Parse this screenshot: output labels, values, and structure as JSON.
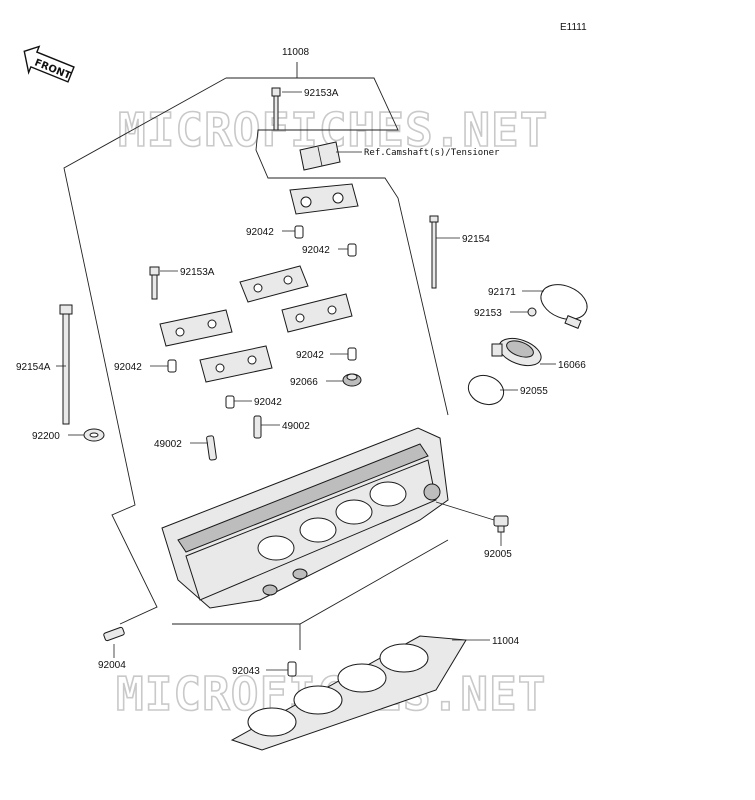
{
  "diagram_code": "E1111",
  "front_label": "FRONT",
  "watermark": "MICROFICHES.NET",
  "labels": [
    {
      "id": "11008",
      "text": "11008"
    },
    {
      "id": "92153A-top",
      "text": "92153A"
    },
    {
      "id": "ref-camshaft",
      "text": "Ref.Camshaft(s)/Tensioner"
    },
    {
      "id": "92042-a",
      "text": "92042"
    },
    {
      "id": "92042-b",
      "text": "92042"
    },
    {
      "id": "92154",
      "text": "92154"
    },
    {
      "id": "92153A-mid",
      "text": "92153A"
    },
    {
      "id": "92171",
      "text": "92171"
    },
    {
      "id": "92153",
      "text": "92153"
    },
    {
      "id": "92154A",
      "text": "92154A"
    },
    {
      "id": "92042-c",
      "text": "92042"
    },
    {
      "id": "16066",
      "text": "16066"
    },
    {
      "id": "92042-d",
      "text": "92042"
    },
    {
      "id": "92066",
      "text": "92066"
    },
    {
      "id": "92055",
      "text": "92055"
    },
    {
      "id": "92042-e",
      "text": "92042"
    },
    {
      "id": "92200",
      "text": "92200"
    },
    {
      "id": "49002-a",
      "text": "49002"
    },
    {
      "id": "49002-b",
      "text": "49002"
    },
    {
      "id": "92005",
      "text": "92005"
    },
    {
      "id": "11004",
      "text": "11004"
    },
    {
      "id": "92004",
      "text": "92004"
    },
    {
      "id": "92043",
      "text": "92043"
    }
  ]
}
